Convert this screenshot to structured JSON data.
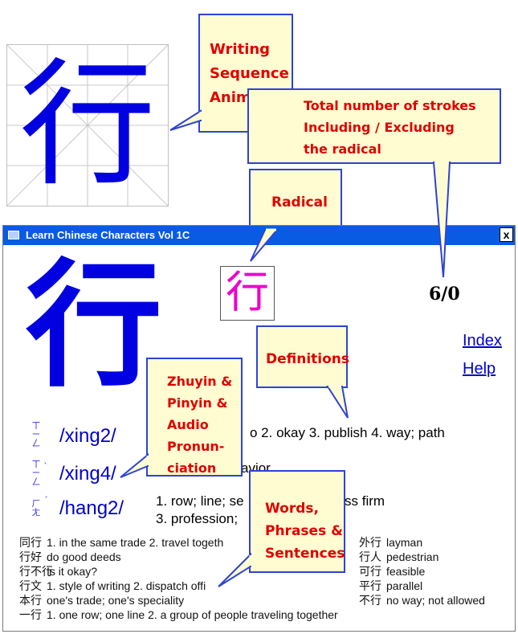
{
  "preview": {
    "character": "行",
    "accent": "#0000e0"
  },
  "callouts": {
    "writing": [
      "Writing",
      "Sequence",
      "Animation"
    ],
    "strokes": [
      "Total number of strokes",
      "Including / Excluding",
      "the radical"
    ],
    "radical": "Radical",
    "definitions": "Definitions",
    "zhuyin": [
      "Zhuyin &",
      "Pinyin &",
      "Audio",
      "Pronun-",
      "ciation"
    ],
    "words": [
      "Words,",
      "Phrases &",
      "Sentences"
    ]
  },
  "window": {
    "title": "Learn Chinese Characters Vol 1C",
    "close": "x",
    "character": "行",
    "radical": "行",
    "stroke_count": "6/0",
    "links": {
      "index": "Index",
      "help": "Help"
    }
  },
  "readings": [
    {
      "zhuyin": [
        "ㄒ",
        "ㄧ",
        "ㄥ"
      ],
      "tone": "",
      "pinyin": "/xing2/",
      "definitions": "o  2. okay  3. publish  4. way; path"
    },
    {
      "zhuyin": [
        "ㄒ",
        "ㄧ",
        "ㄥ"
      ],
      "tone": "ˋ",
      "pinyin": "/xing4/",
      "definitions": "avior"
    },
    {
      "zhuyin": [
        "ㄏ",
        "ㄤ"
      ],
      "tone": "ˊ",
      "pinyin": "/hang2/",
      "definitions": "1. row; line; se",
      "definitions2": "ss firm",
      "definitions3": "3. profession;"
    }
  ],
  "words_left": [
    {
      "hz": "同行",
      "def": "1. in the same trade  2. travel togeth"
    },
    {
      "hz": "行好",
      "def": "do good deeds"
    },
    {
      "hz": "行不行",
      "def": "Is it okay?"
    },
    {
      "hz": "行文",
      "def": "1. style of writing  2. dispatch offi"
    },
    {
      "hz": "本行",
      "def": "one's trade; one's speciality"
    },
    {
      "hz": "一行",
      "def": "1. one row; one line  2. a group of people traveling together"
    }
  ],
  "words_right": [
    {
      "hz": "外行",
      "def": "layman"
    },
    {
      "hz": "行人",
      "def": "pedestrian"
    },
    {
      "hz": "可行",
      "def": "feasible"
    },
    {
      "hz": "平行",
      "def": "parallel"
    },
    {
      "hz": "不行",
      "def": "no way; not allowed"
    }
  ]
}
